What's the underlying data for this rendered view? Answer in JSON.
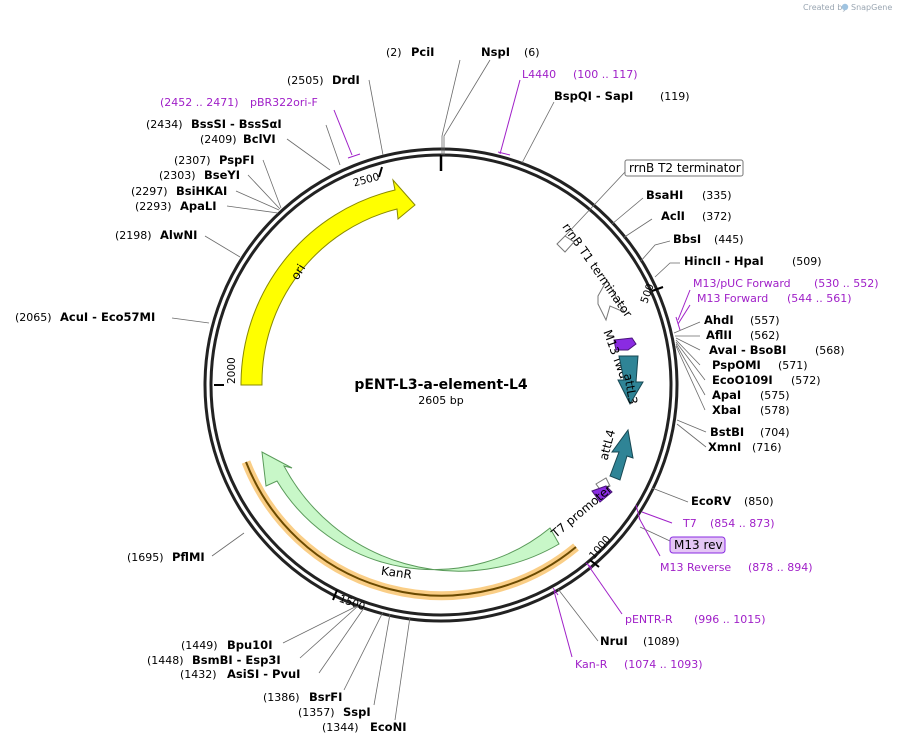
{
  "credit": {
    "prefix": "Created by",
    "brand": "SnapGene"
  },
  "plasmid": {
    "name": "pENT-L3-a-element-L4",
    "size_label": "2605 bp"
  },
  "ticks": [
    "500",
    "1000",
    "1500",
    "2000",
    "2500"
  ],
  "features": {
    "ori": "ori",
    "kanr": "KanR",
    "t1": "rrnB T1 terminator",
    "t2": "rrnB T2 terminator",
    "m13fwd": "M13 fwd",
    "attl3": "attL3",
    "attl4": "attL4",
    "t7promoter": "T7 promoter",
    "m13rev": "M13 rev"
  },
  "sites": [
    {
      "pos": "(2)",
      "name": "PciI"
    },
    {
      "pos": "(6)",
      "name": "NspI"
    },
    {
      "pos": "(119)",
      "name": "BspQI - SapI"
    },
    {
      "pos": "(335)",
      "name": "BsaHI"
    },
    {
      "pos": "(372)",
      "name": "AclI"
    },
    {
      "pos": "(445)",
      "name": "BbsI"
    },
    {
      "pos": "(509)",
      "name": "HincII - HpaI"
    },
    {
      "pos": "(557)",
      "name": "AhdI"
    },
    {
      "pos": "(562)",
      "name": "AflII"
    },
    {
      "pos": "(568)",
      "name": "AvaI - BsoBI"
    },
    {
      "pos": "(571)",
      "name": "PspOMI"
    },
    {
      "pos": "(572)",
      "name": "EcoO109I"
    },
    {
      "pos": "(575)",
      "name": "ApaI"
    },
    {
      "pos": "(578)",
      "name": "XbaI"
    },
    {
      "pos": "(704)",
      "name": "BstBI"
    },
    {
      "pos": "(716)",
      "name": "XmnI"
    },
    {
      "pos": "(850)",
      "name": "EcoRV"
    },
    {
      "pos": "(1089)",
      "name": "NruI"
    },
    {
      "pos": "(1344)",
      "name": "EcoNI"
    },
    {
      "pos": "(1357)",
      "name": "SspI"
    },
    {
      "pos": "(1386)",
      "name": "BsrFI"
    },
    {
      "pos": "(1432)",
      "name": "AsiSI - PvuI"
    },
    {
      "pos": "(1448)",
      "name": "BsmBI - Esp3I"
    },
    {
      "pos": "(1449)",
      "name": "Bpu10I"
    },
    {
      "pos": "(1695)",
      "name": "PflMI"
    },
    {
      "pos": "(2065)",
      "name": "AcuI - Eco57MI"
    },
    {
      "pos": "(2198)",
      "name": "AlwNI"
    },
    {
      "pos": "(2293)",
      "name": "ApaLI"
    },
    {
      "pos": "(2297)",
      "name": "BsiHKAI"
    },
    {
      "pos": "(2303)",
      "name": "BseYI"
    },
    {
      "pos": "(2307)",
      "name": "PspFI"
    },
    {
      "pos": "(2409)",
      "name": "BclVI"
    },
    {
      "pos": "(2434)",
      "name": "BssSI - BssSαI"
    },
    {
      "pos": "(2505)",
      "name": "DrdI"
    }
  ],
  "primers": [
    {
      "name": "L4440",
      "range": "(100 .. 117)"
    },
    {
      "name": "M13/pUC Forward",
      "range": "(530 .. 552)"
    },
    {
      "name": "M13 Forward",
      "range": "(544 .. 561)"
    },
    {
      "name": "T7",
      "range": "(854 .. 873)"
    },
    {
      "name": "M13 Reverse",
      "range": "(878 .. 894)"
    },
    {
      "name": "pENTR-R",
      "range": "(996 .. 1015)"
    },
    {
      "name": "Kan-R",
      "range": "(1074 .. 1093)"
    },
    {
      "name": "pBR322ori-F",
      "range": "(2452 .. 2471)"
    }
  ],
  "colors": {
    "ori": "#ffff00",
    "kanr": "#c8f7c8",
    "kanr_orf": "#f5a623",
    "attl": "#2f8496",
    "m13": "#8a2be2",
    "primer": "#a020c8",
    "backbone": "#222222"
  }
}
